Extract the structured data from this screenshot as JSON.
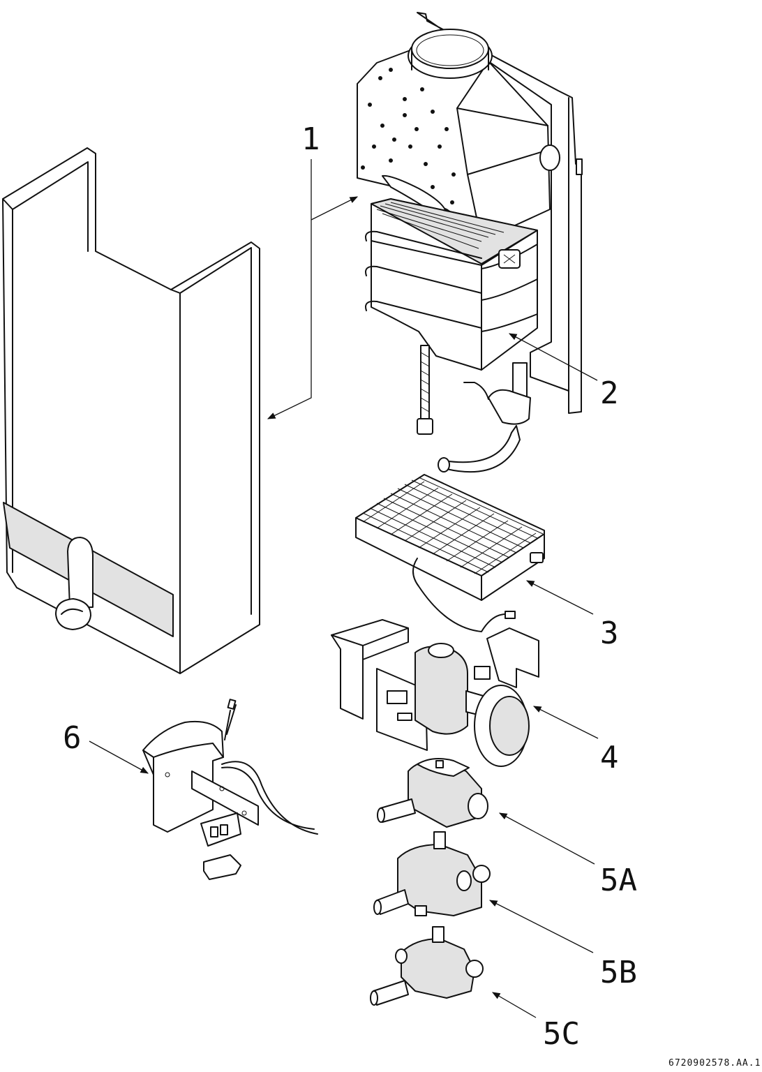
{
  "callouts": {
    "c1": "1",
    "c2": "2",
    "c3": "3",
    "c4": "4",
    "c5a": "5A",
    "c5b": "5B",
    "c5c": "5C",
    "c6": "6"
  },
  "reference": "6720902578.AA.1"
}
